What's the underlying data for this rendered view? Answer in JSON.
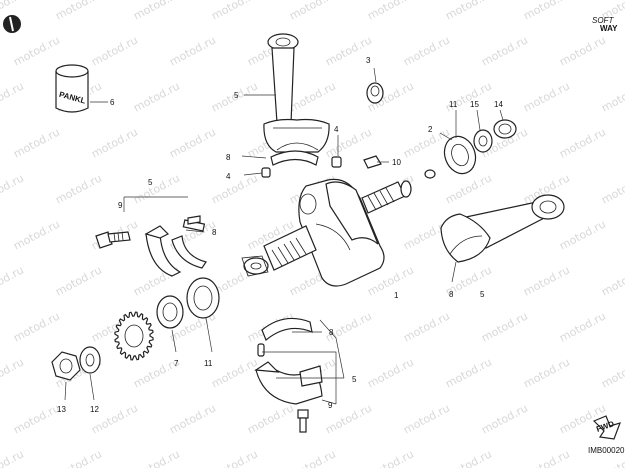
{
  "brand": {
    "line1": "SOFT",
    "line2": "WAY"
  },
  "watermark": "motod.ru",
  "diagram_code": "IMB00020",
  "arrow_label": "FWD",
  "pankl_label": "PANKL",
  "callouts": [
    {
      "id": "c1",
      "text": "1"
    },
    {
      "id": "c2",
      "text": "2"
    },
    {
      "id": "c3",
      "text": "3"
    },
    {
      "id": "c4a",
      "text": "4"
    },
    {
      "id": "c4b",
      "text": "4"
    },
    {
      "id": "c5a",
      "text": "5"
    },
    {
      "id": "c5b",
      "text": "5"
    },
    {
      "id": "c5c",
      "text": "5"
    },
    {
      "id": "c5d",
      "text": "5"
    },
    {
      "id": "c6",
      "text": "6"
    },
    {
      "id": "c7",
      "text": "7"
    },
    {
      "id": "c8a",
      "text": "8"
    },
    {
      "id": "c8b",
      "text": "8"
    },
    {
      "id": "c8c",
      "text": "8"
    },
    {
      "id": "c8d",
      "text": "8"
    },
    {
      "id": "c9a",
      "text": "9"
    },
    {
      "id": "c9b",
      "text": "9"
    },
    {
      "id": "c10",
      "text": "10"
    },
    {
      "id": "c11a",
      "text": "11"
    },
    {
      "id": "c11b",
      "text": "11"
    },
    {
      "id": "c12",
      "text": "12"
    },
    {
      "id": "c13",
      "text": "13"
    },
    {
      "id": "c14",
      "text": "14"
    },
    {
      "id": "c15",
      "text": "15"
    }
  ]
}
